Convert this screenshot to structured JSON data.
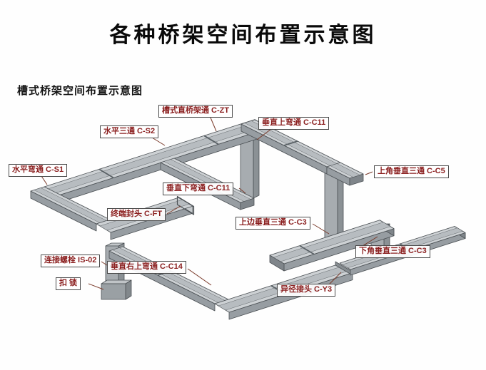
{
  "title": "各种桥架空间布置示意图",
  "subtitle": "槽式桥架空间布置示意图",
  "diagram": {
    "labels": [
      {
        "id": "c-zt",
        "text": "槽式直桥架通 C-ZT"
      },
      {
        "id": "c-s2",
        "text": "水平三通 C-S2"
      },
      {
        "id": "c-c11-up",
        "text": "垂直上弯通 C-C11"
      },
      {
        "id": "c-s1",
        "text": "水平弯通 C-S1"
      },
      {
        "id": "c-c5",
        "text": "上角垂直三通 C-C5"
      },
      {
        "id": "c-c11-down",
        "text": "垂直下弯通 C-C11"
      },
      {
        "id": "c-ft",
        "text": "终端封头 C-FT"
      },
      {
        "id": "c-c3-top",
        "text": "上边垂直三通 C-C3"
      },
      {
        "id": "is-02",
        "text": "连接螺栓 IS-02"
      },
      {
        "id": "c-c14",
        "text": "垂直右上弯通 C-C14"
      },
      {
        "id": "c-c3-bottom",
        "text": "下角垂直三通 C-C3"
      },
      {
        "id": "kousuo",
        "text": "扣 锁"
      },
      {
        "id": "c-y3",
        "text": "异径接头 C-Y3"
      }
    ],
    "colors": {
      "tray_top": "#cdd1d4",
      "tray_channel": "#b7bcc0",
      "tray_side": "#979da2",
      "tray_end": "#7f858a",
      "cap": "#c6cacd",
      "riser_front": "#a7acb0",
      "riser_side": "#8b9195",
      "riser_top": "#c4c8cb",
      "ped_front": "#9aa0a4",
      "ped_top": "#c0c4c7",
      "ped_side": "#82888c",
      "flange": "#878d91",
      "outline": "#4b5054",
      "joint": "#596065",
      "leader": "#7a3a2a",
      "label_text": "#8b1f1f",
      "label_border": "#4a4a4a",
      "title_color": "#0a0a0a"
    }
  }
}
